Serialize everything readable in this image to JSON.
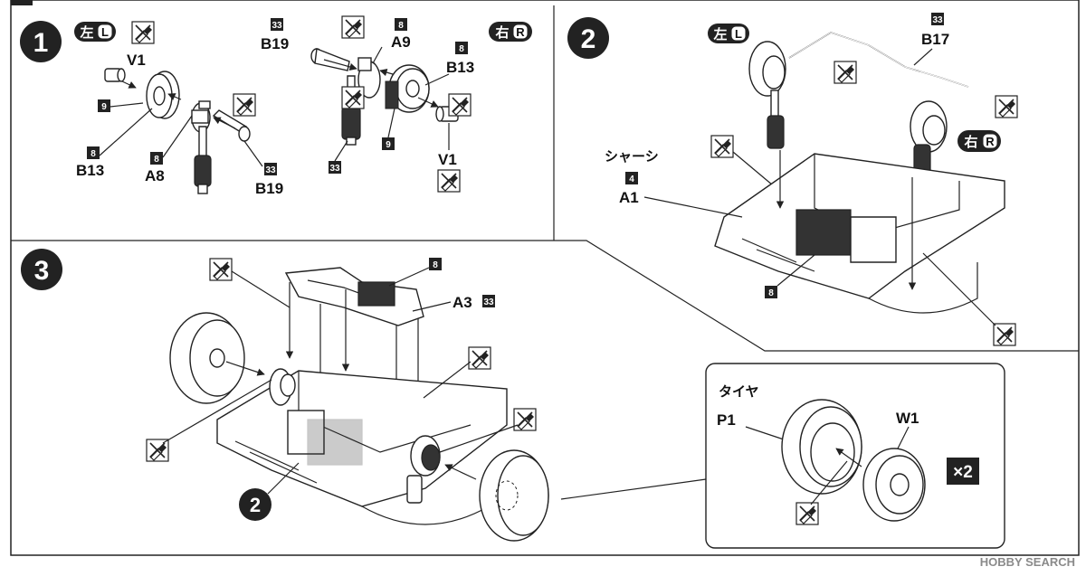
{
  "steps": [
    {
      "number": "1",
      "left_label": "左",
      "left_letter": "L",
      "right_label": "右",
      "right_letter": "R"
    },
    {
      "number": "2",
      "left_label": "左",
      "left_letter": "L",
      "right_label": "右",
      "right_letter": "R"
    },
    {
      "number": "3"
    }
  ],
  "step1": {
    "left": {
      "V1": "V1",
      "code9": "9",
      "code8a": "8",
      "B13": "B13",
      "code8b": "8",
      "A8": "A8",
      "code33": "33",
      "B19": "B19"
    },
    "right": {
      "code33a": "33",
      "B19": "B19",
      "code8a": "8",
      "A9": "A9",
      "code8b": "8",
      "B13": "B13",
      "code33b": "33",
      "code9": "9",
      "V1": "V1"
    }
  },
  "step2": {
    "code33": "33",
    "B17": "B17",
    "chassis_label": "シャーシ",
    "code4": "4",
    "A1": "A1",
    "code8": "8"
  },
  "step3": {
    "code8": "8",
    "A3": "A3",
    "code33": "33",
    "sub_step": "2"
  },
  "tire_box": {
    "title": "タイヤ",
    "P1": "P1",
    "W1": "W1",
    "multiplier": "×2"
  },
  "watermark": "HOBBY SEARCH",
  "colors": {
    "ink": "#111111",
    "badge": "#222222",
    "paper": "#ffffff"
  },
  "icons": [
    "glue-icon"
  ]
}
